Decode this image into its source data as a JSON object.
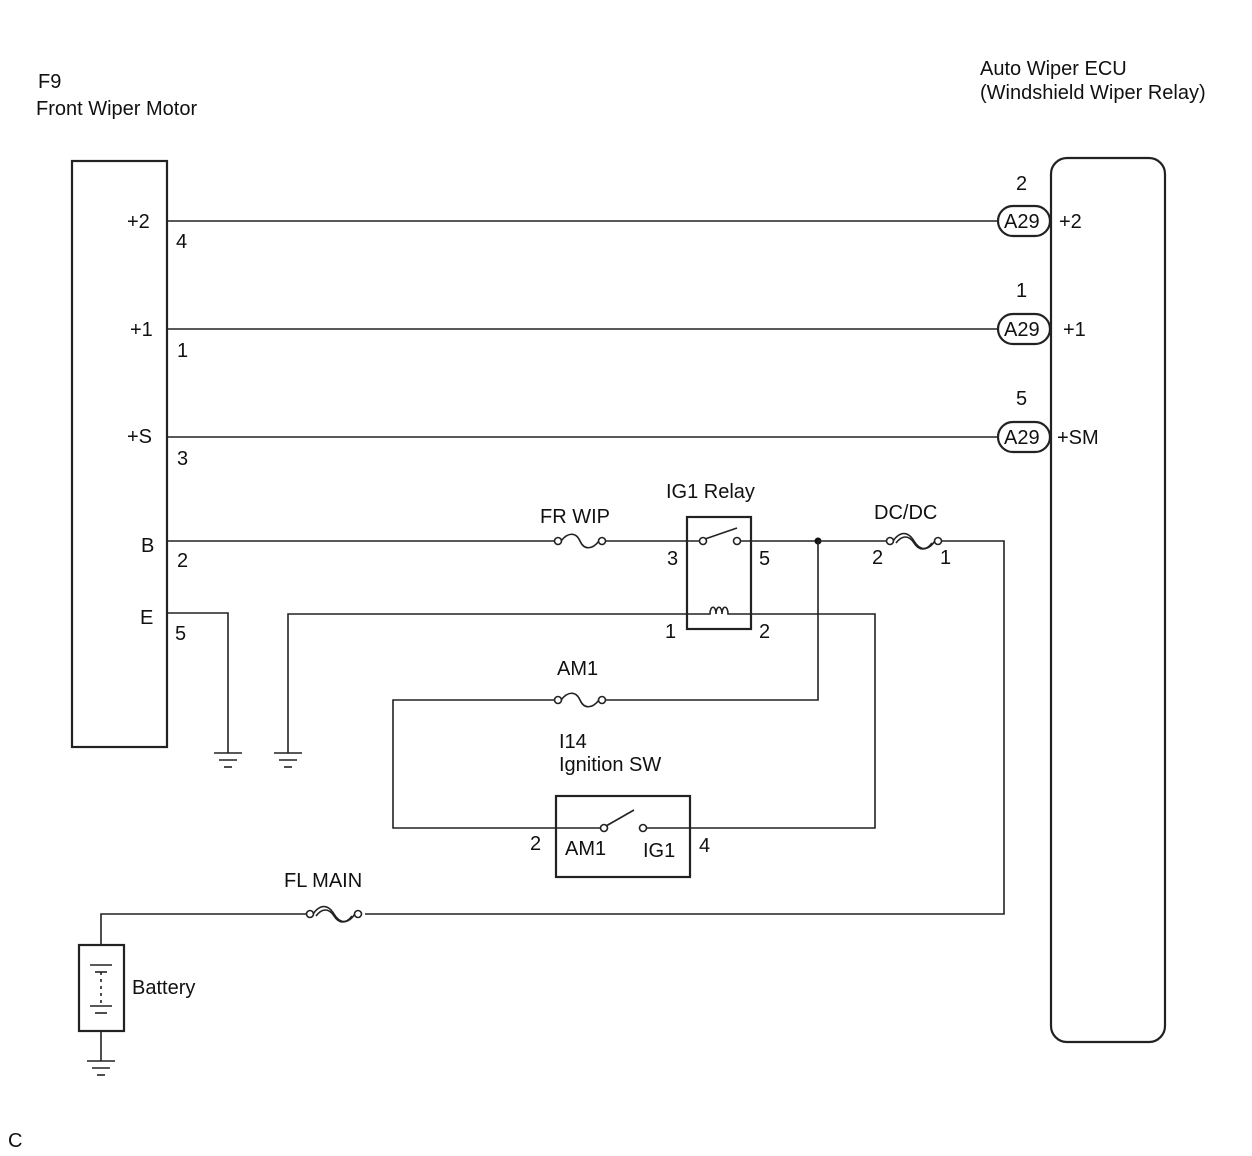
{
  "motor": {
    "code": "F9",
    "name": "Front Wiper Motor",
    "terminals": [
      {
        "label": "+2",
        "pin": "4"
      },
      {
        "label": "+1",
        "pin": "1"
      },
      {
        "label": "+S",
        "pin": "3"
      },
      {
        "label": "B",
        "pin": "2"
      },
      {
        "label": "E",
        "pin": "5"
      }
    ]
  },
  "ecu": {
    "name_line1": "Auto Wiper ECU",
    "name_line2": "(Windshield Wiper Relay)",
    "connectors": [
      {
        "pin": "2",
        "connector": "A29",
        "label": "+2"
      },
      {
        "pin": "1",
        "connector": "A29",
        "label": "+1"
      },
      {
        "pin": "5",
        "connector": "A29",
        "label": "+SM"
      }
    ]
  },
  "fuses": {
    "fr_wip": "FR WIP",
    "dcdc": "DC/DC",
    "dcdc_pin_left": "2",
    "dcdc_pin_right": "1",
    "am1": "AM1",
    "fl_main": "FL MAIN"
  },
  "relay": {
    "name": "IG1 Relay",
    "pin3": "3",
    "pin5": "5",
    "pin1": "1",
    "pin2": "2"
  },
  "ignition": {
    "code": "I14",
    "name": "Ignition SW",
    "term_am1": "AM1",
    "term_ig1": "IG1",
    "pin_left": "2",
    "pin_right": "4"
  },
  "battery": {
    "label": "Battery"
  },
  "corner_mark": "C"
}
